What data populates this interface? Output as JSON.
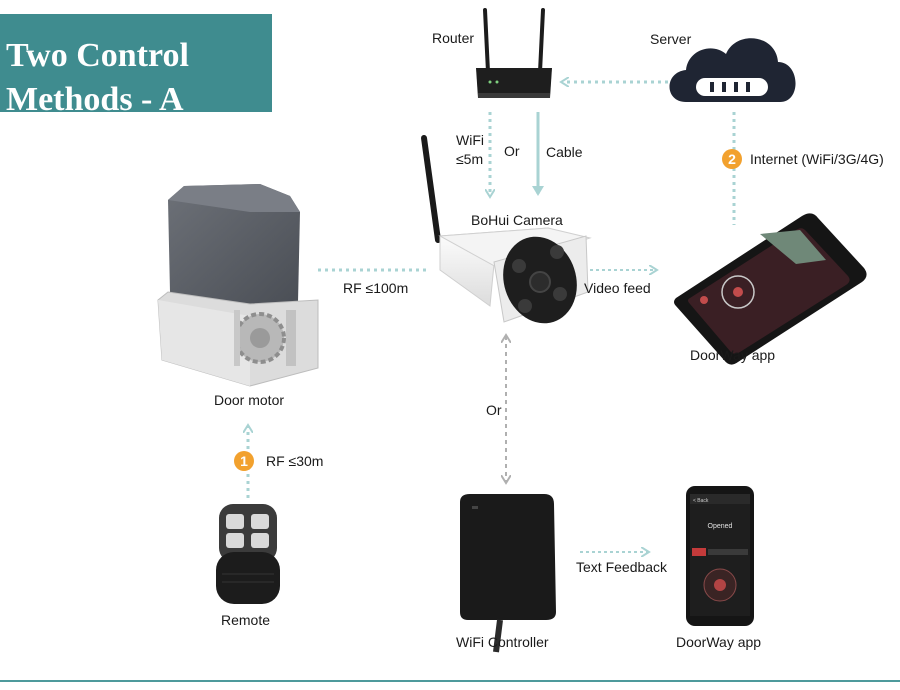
{
  "title": "Two Control\nMethods - A",
  "labels": {
    "router": "Router",
    "server": "Server",
    "wifi": "WiFi",
    "wifi_range": "≤5m",
    "or_top": "Or",
    "cable": "Cable",
    "internet": "Internet (WiFi/3G/4G)",
    "camera": "BoHui Camera",
    "rf_100": "RF ≤100m",
    "video_feed": "Video feed",
    "doorway_app_top": "DoorWay app",
    "door_motor": "Door motor",
    "or_mid": "Or",
    "rf_30": "RF ≤30m",
    "text_feedback": "Text Feedback",
    "remote": "Remote",
    "wifi_controller": "WiFi Controller",
    "doorway_app_bottom": "DoorWay app"
  },
  "badges": {
    "one": "1",
    "two": "2"
  },
  "phone_bottom": {
    "header": "< Back",
    "status": "Opened"
  },
  "colors": {
    "accent": "#3f8c8f",
    "arrow": "#a9d3d3",
    "badge": "#f2a12e"
  }
}
